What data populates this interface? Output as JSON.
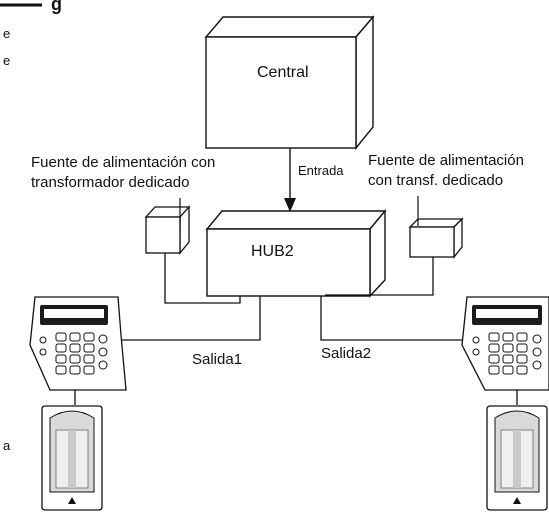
{
  "diagram": {
    "central_label": "Central",
    "hub_label": "HUB2",
    "input_label": "Entrada",
    "output1_label": "Salida1",
    "output2_label": "Salida2",
    "psu_left": {
      "line1": "Fuente de alimentación con",
      "line2": "transformador dedicado"
    },
    "psu_right": {
      "line1": "Fuente de alimentación",
      "line2": "con transf. dedicado"
    }
  },
  "page_fragments": {
    "top_right_heading": "g",
    "left_margin_1": "e",
    "left_margin_2": "e",
    "left_margin_3": "a"
  },
  "colors": {
    "line": "#111111",
    "keypad_screen": "#1c1c1c",
    "sensor_lens": "#d9d9d9"
  }
}
